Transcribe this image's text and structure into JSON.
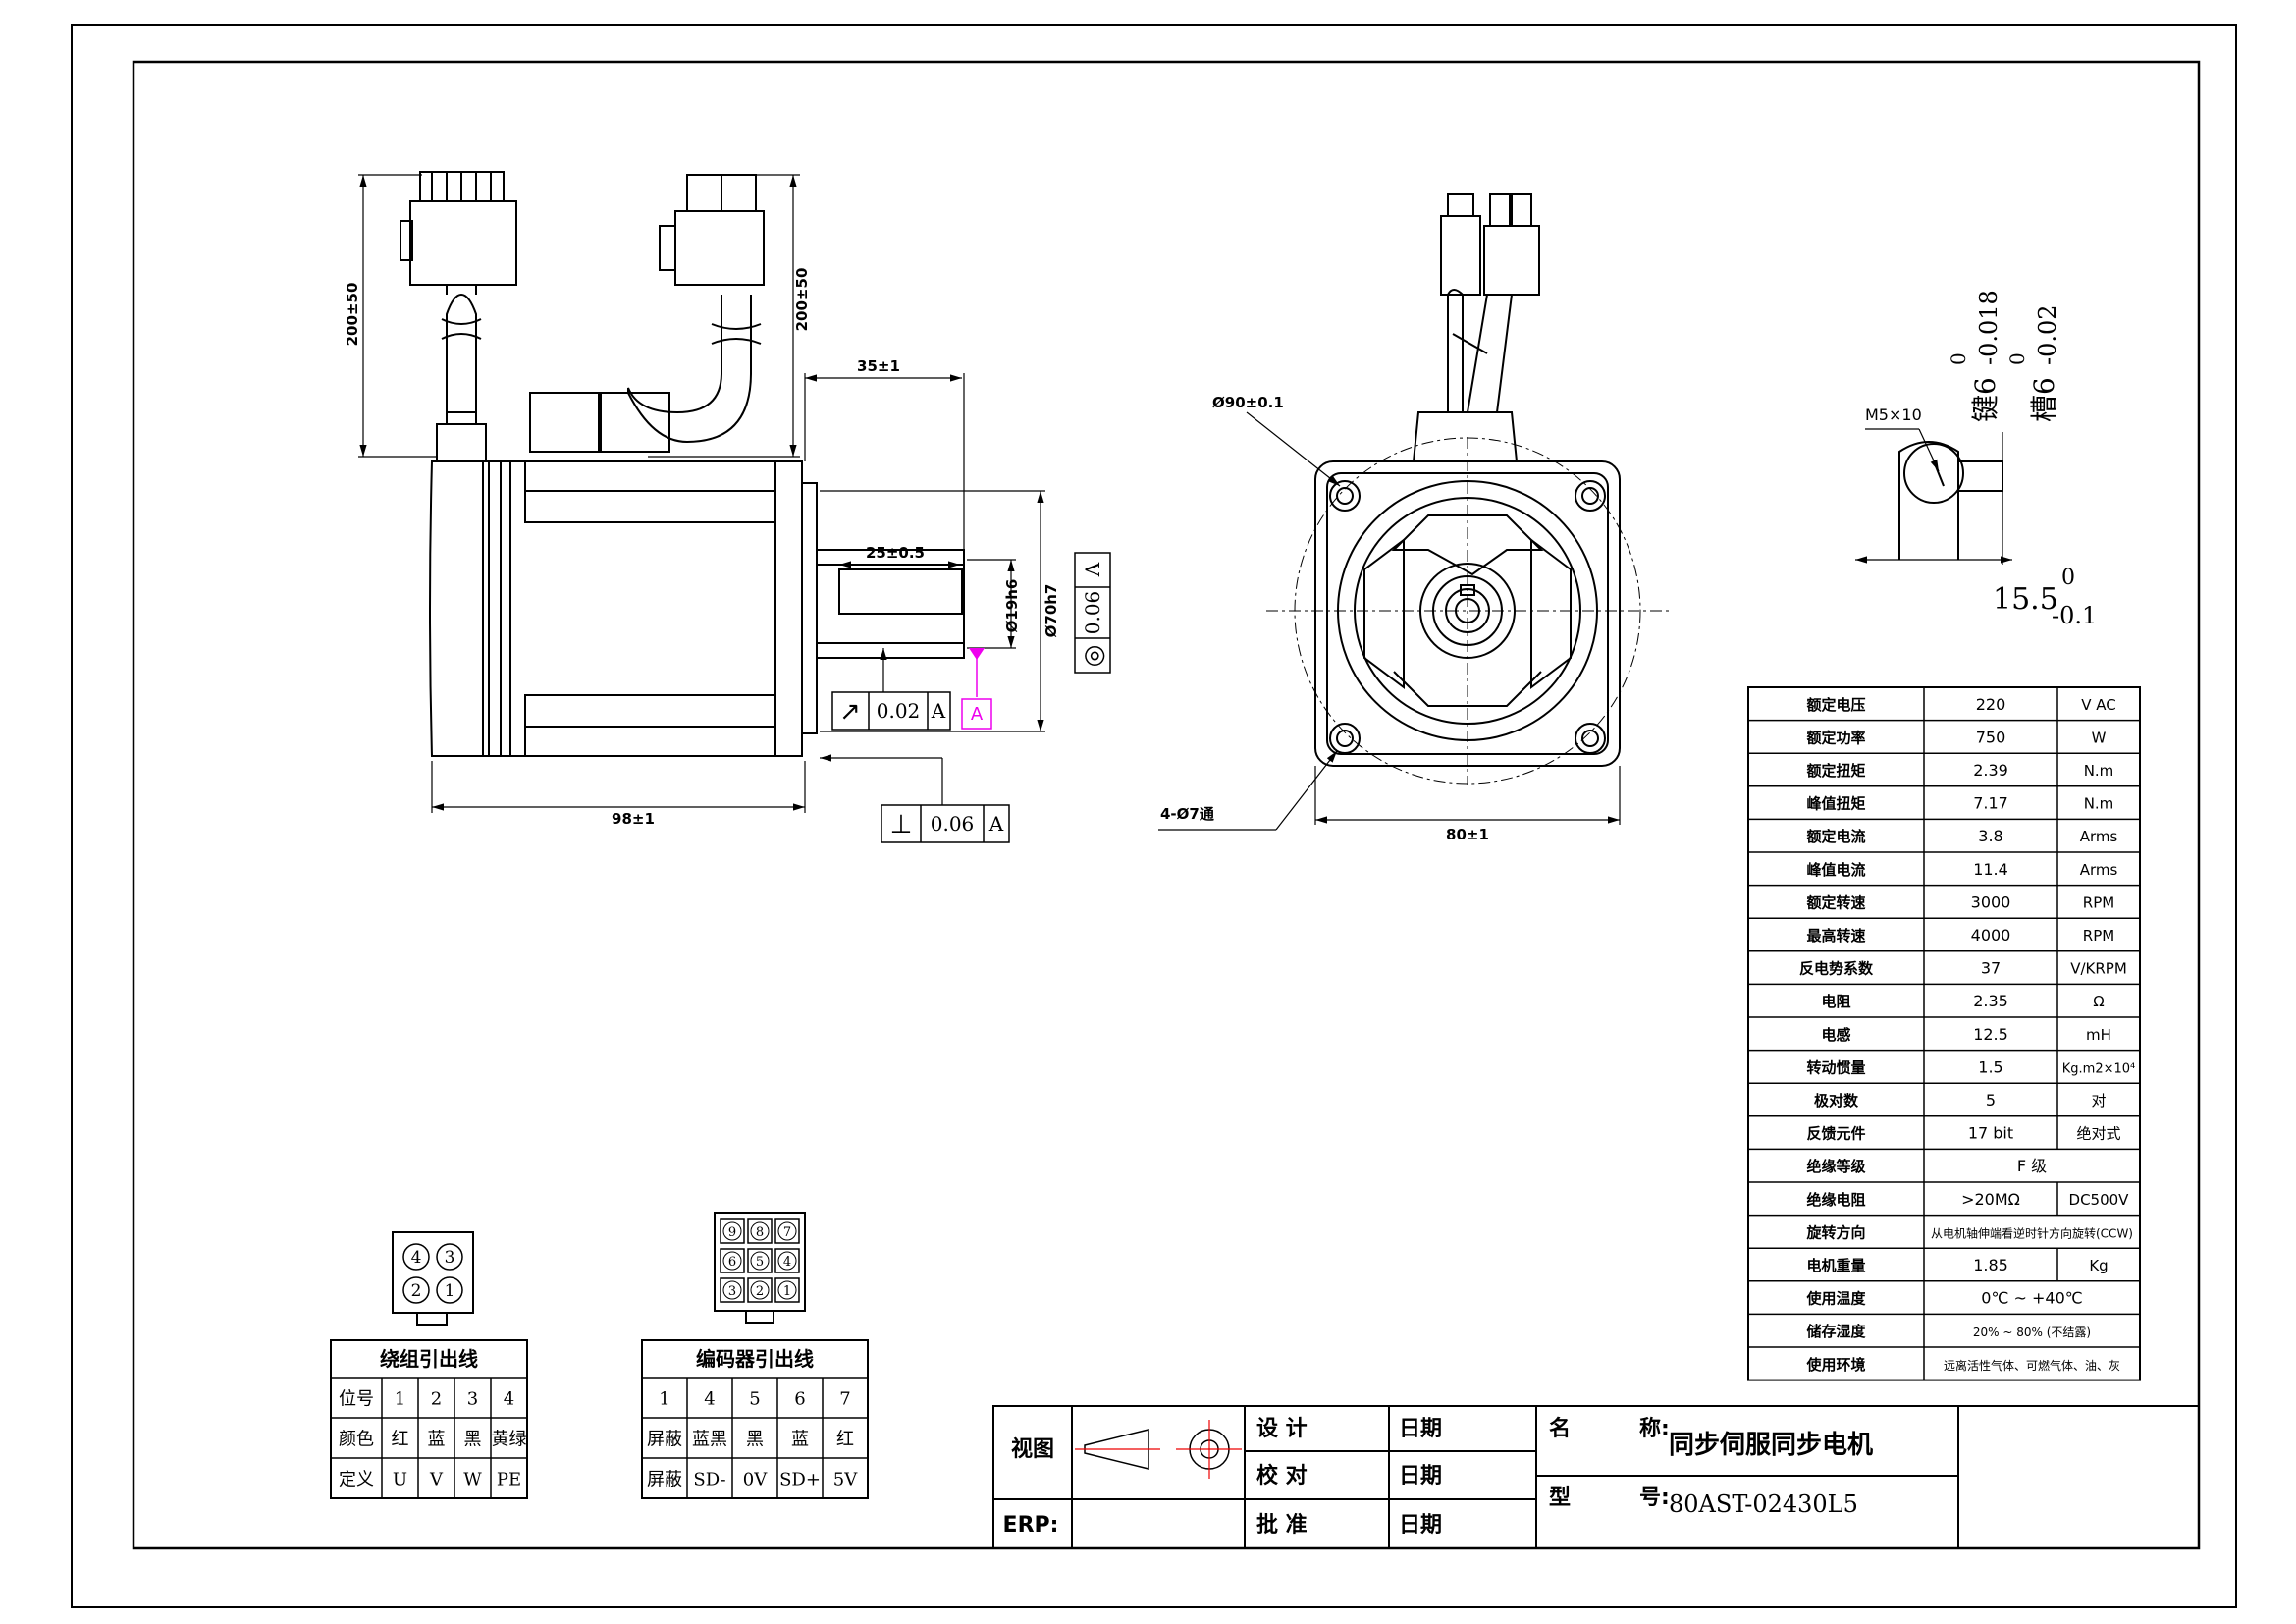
{
  "dimensions": {
    "lead_left": "200±50",
    "lead_right": "200±50",
    "shaft_ext": "35±1",
    "keyway_len": "25±0.5",
    "shaft_dia": "Ø19h6",
    "pilot_dia": "Ø70h7",
    "body_len": "98±1",
    "bolt_circle": "Ø90±0.1",
    "holes": "4-Ø7通",
    "flange": "80±1",
    "thread": "M5×10",
    "key": "键6",
    "key_tol_upper": "0",
    "key_tol_lower": "-0.018",
    "slot": "槽6",
    "slot_tol_upper": "0",
    "slot_tol_lower": "-0.02",
    "shaft_height": "15.5",
    "height_tol_upper": "0",
    "height_tol_lower": "-0.1"
  },
  "tolerances": {
    "runout": {
      "symbol": "↗",
      "value": "0.02",
      "datum": "A"
    },
    "datum_label": "A",
    "concentricity": {
      "symbol": "◎",
      "value": "0.06",
      "datum": "A"
    },
    "perpendicularity": {
      "symbol": "⊥",
      "value": "0.06",
      "datum": "A"
    }
  },
  "specs": [
    {
      "label": "额定电压",
      "value": "220",
      "unit": "V  AC"
    },
    {
      "label": "额定功率",
      "value": "750",
      "unit": "W"
    },
    {
      "label": "额定扭矩",
      "value": "2.39",
      "unit": "N.m"
    },
    {
      "label": "峰值扭矩",
      "value": "7.17",
      "unit": "N.m"
    },
    {
      "label": "额定电流",
      "value": "3.8",
      "unit": "Arms"
    },
    {
      "label": "峰值电流",
      "value": "11.4",
      "unit": "Arms"
    },
    {
      "label": "额定转速",
      "value": "3000",
      "unit": "RPM"
    },
    {
      "label": "最高转速",
      "value": "4000",
      "unit": "RPM"
    },
    {
      "label": "反电势系数",
      "value": "37",
      "unit": "V/KRPM"
    },
    {
      "label": "电阻",
      "value": "2.35",
      "unit": "Ω"
    },
    {
      "label": "电感",
      "value": "12.5",
      "unit": "mH"
    },
    {
      "label": "转动惯量",
      "value": "1.5",
      "unit": "Kg.m2×10⁴"
    },
    {
      "label": "极对数",
      "value": "5",
      "unit": "对"
    },
    {
      "label": "反馈元件",
      "value": "17 bit",
      "unit": "绝对式"
    },
    {
      "label": "绝缘等级",
      "value": "F    级",
      "unit": ""
    },
    {
      "label": "绝缘电阻",
      "value": ">20MΩ",
      "unit": "DC500V"
    },
    {
      "label": "旋转方向",
      "value": "从电机轴伸端看逆时针方向旋转(CCW)",
      "unit": ""
    },
    {
      "label": "电机重量",
      "value": "1.85",
      "unit": "Kg"
    },
    {
      "label": "使用温度",
      "value": "0℃ ~ +40℃",
      "unit": ""
    },
    {
      "label": "储存湿度",
      "value": "20%   ~   80%    (不结露)",
      "unit": ""
    },
    {
      "label": "使用环境",
      "value": "远离活性气体、可燃气体、油、灰",
      "unit": ""
    }
  ],
  "winding": {
    "title": "绕组引出线",
    "pins": [
      "4",
      "3",
      "2",
      "1"
    ],
    "rows": [
      [
        "位号",
        "1",
        "2",
        "3",
        "4"
      ],
      [
        "颜色",
        "红",
        "蓝",
        "黑",
        "黄绿"
      ],
      [
        "定义",
        "U",
        "V",
        "W",
        "PE"
      ]
    ]
  },
  "encoder": {
    "title": "编码器引出线",
    "pins": [
      "9",
      "8",
      "7",
      "6",
      "5",
      "4",
      "3",
      "2",
      "1"
    ],
    "rows": [
      [
        "1",
        "4",
        "5",
        "6",
        "7"
      ],
      [
        "屏蔽",
        "蓝黑",
        "黑",
        "蓝",
        "红"
      ],
      [
        "屏蔽",
        "SD-",
        "0V",
        "SD+",
        "5V"
      ]
    ]
  },
  "title_block": {
    "view": "视图",
    "erp": "ERP:",
    "design": "设  计",
    "check": "校  对",
    "approve": "批  准",
    "date": "日期",
    "name_label": "名",
    "name_label2": "称:",
    "name": "同步伺服同步电机",
    "model_label": "型",
    "model_label2": "号:",
    "model": "80AST-02430L5"
  }
}
